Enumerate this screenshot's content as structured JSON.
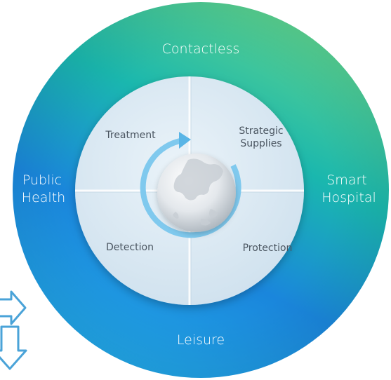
{
  "outer_ring": {
    "top": "Contactless",
    "left": [
      "Public",
      "Health"
    ],
    "right": [
      "Smart",
      "Hospital"
    ],
    "bottom": "Leisure"
  },
  "inner_quadrants": {
    "top_left": "Treatment",
    "top_right": [
      "Strategic",
      "Supplies"
    ],
    "bottom_left": "Detection",
    "bottom_right": "Protection"
  },
  "colors": {
    "ring_top": "#5fd08c",
    "ring_left": "#1580dc",
    "ring_right": "#15b9b4",
    "ring_bottom": "#23a3e4",
    "inner_disc": "#d8e8f3",
    "cycle_arrow": "#7fc9ee",
    "side_arrows": "#4aa3d8"
  },
  "icons": {
    "center": "globe-asia-icon",
    "cycle": "cycle-arrow-icon",
    "side": [
      "arrow-right-icon",
      "arrow-down-icon"
    ]
  }
}
